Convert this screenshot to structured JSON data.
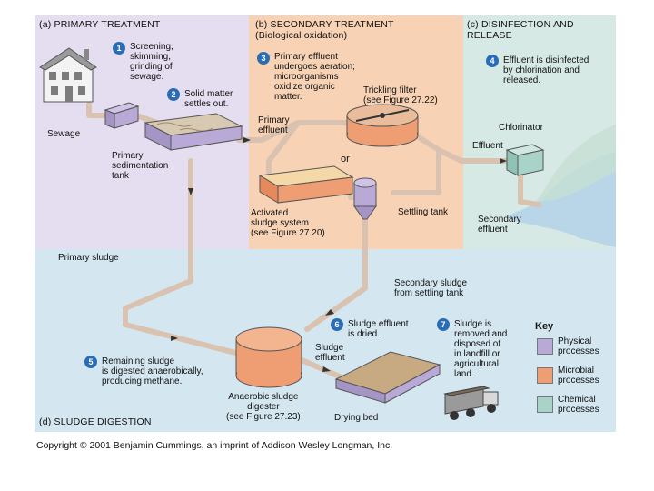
{
  "sections": {
    "a": "(a) PRIMARY TREATMENT",
    "b": "(b) SECONDARY TREATMENT\n(Biological oxidation)",
    "c": "(c) DISINFECTION AND\nRELEASE",
    "d": "(d) SLUDGE DIGESTION"
  },
  "steps": [
    {
      "num": "1",
      "text": "Screening,\nskimming,\ngrinding of\nsewage."
    },
    {
      "num": "2",
      "text": "Solid matter\nsettles out."
    },
    {
      "num": "3",
      "text": "Primary effluent\nundergoes aeration;\nmicroorganisms\noxidize organic\nmatter."
    },
    {
      "num": "4",
      "text": "Effluent is disinfected\nby chlorination and\nreleased."
    },
    {
      "num": "5",
      "text": "Remaining sludge\nis digested anaerobically,\nproducing methane."
    },
    {
      "num": "6",
      "text": "Sludge effluent\nis dried."
    },
    {
      "num": "7",
      "text": "Sludge is\nremoved and\ndisposed of\nin landfill or\nagricultural\nland."
    }
  ],
  "labels": {
    "sewage": "Sewage",
    "primary_tank": "Primary\nsedimentation\ntank",
    "primary_effluent": "Primary\neffluent",
    "trickling_filter": "Trickling filter\n(see Figure 27.22)",
    "or": "or",
    "activated_sludge": "Activated\nsludge system\n(see Figure 27.20)",
    "settling_tank": "Settling tank",
    "chlorinator": "Chlorinator",
    "effluent": "Effluent",
    "secondary_effluent": "Secondary\neffluent",
    "primary_sludge": "Primary sludge",
    "secondary_sludge": "Secondary sludge\nfrom settling tank",
    "sludge_effluent": "Sludge\neffluent",
    "digester": "Anaerobic sludge\ndigester\n(see Figure 27.23)",
    "drying_bed": "Drying bed"
  },
  "key": {
    "title": "Key",
    "items": [
      {
        "label": "Physical\nprocesses",
        "color": "#b8a9d6"
      },
      {
        "label": "Microbial\nprocesses",
        "color": "#ef9d72"
      },
      {
        "label": "Chemical\nprocesses",
        "color": "#a9d3c9"
      }
    ]
  },
  "colors": {
    "primary_bg": "#e5def0",
    "secondary_bg": "#f7d2b4",
    "disinfection_bg": "#d7e9e4",
    "sludge_bg": "#d4e6ef",
    "step_circle": "#2b6db5"
  },
  "copyright": "Copyright © 2001 Benjamin Cummings, an imprint of Addison Wesley Longman, Inc."
}
